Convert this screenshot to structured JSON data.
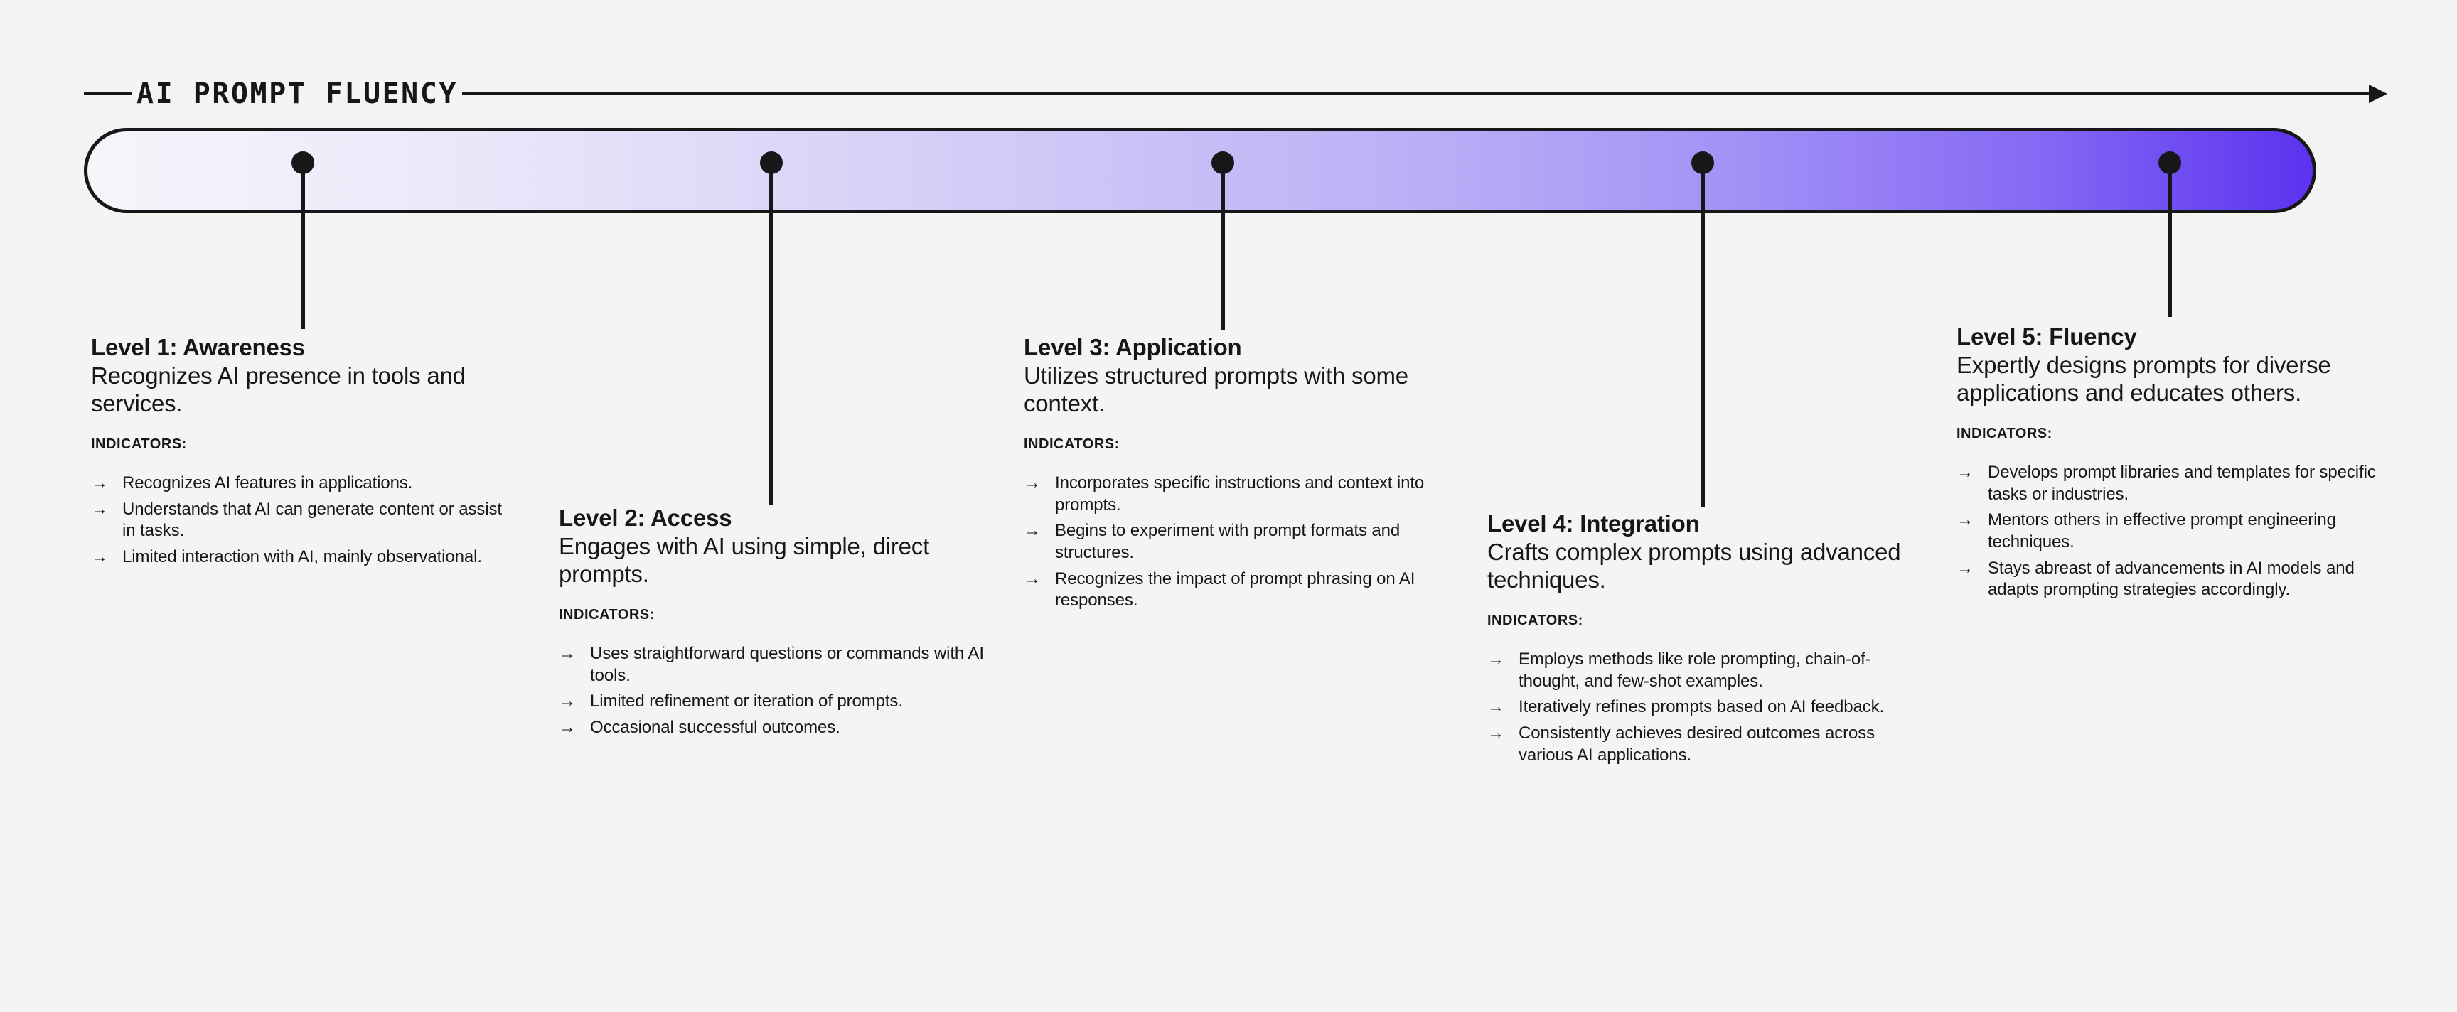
{
  "header": {
    "title": "AI PROMPT FLUENCY",
    "arrow_icon": "arrow-right-icon"
  },
  "bar": {
    "gradient_start": "#F6F5FA",
    "gradient_end": "#5B32F0",
    "stroke": "#17171A"
  },
  "page": {
    "background": "#F4F4F3",
    "text_color": "#17171A"
  },
  "indicators_label": "INDICATORS:",
  "bullet_glyph": "→",
  "levels": [
    {
      "title": "Level 1: Awareness",
      "description": "Recognizes AI presence in tools and services.",
      "indicators": [
        "Recognizes AI features in applications.",
        "Understands that AI can generate content or assist in tasks.",
        "Limited interaction with AI, mainly observational."
      ]
    },
    {
      "title": "Level 2: Access",
      "description": "Engages with AI using simple, direct prompts.",
      "indicators": [
        "Uses straightforward questions or commands with AI tools.",
        "Limited refinement or iteration of prompts.",
        "Occasional successful outcomes."
      ]
    },
    {
      "title": "Level 3: Application",
      "description": "Utilizes structured prompts with some context.",
      "indicators": [
        "Incorporates specific instructions and context into prompts.",
        "Begins to experiment with prompt formats and structures.",
        "Recognizes the impact of prompt phrasing on AI responses."
      ]
    },
    {
      "title": "Level 4: Integration",
      "description": "Crafts complex prompts using advanced techniques.",
      "indicators": [
        "Employs methods like role prompting, chain-of-thought, and few-shot examples.",
        "Iteratively refines prompts based on AI feedback.",
        "Consistently achieves desired outcomes across various AI applications."
      ]
    },
    {
      "title": "Level 5: Fluency",
      "description": "Expertly designs prompts for diverse applications and educates others.",
      "indicators": [
        "Develops prompt libraries and templates for specific tasks or industries.",
        "Mentors others in effective prompt engineering techniques.",
        "Stays abreast of advancements in AI models and adapts prompting strategies accordingly."
      ]
    }
  ]
}
